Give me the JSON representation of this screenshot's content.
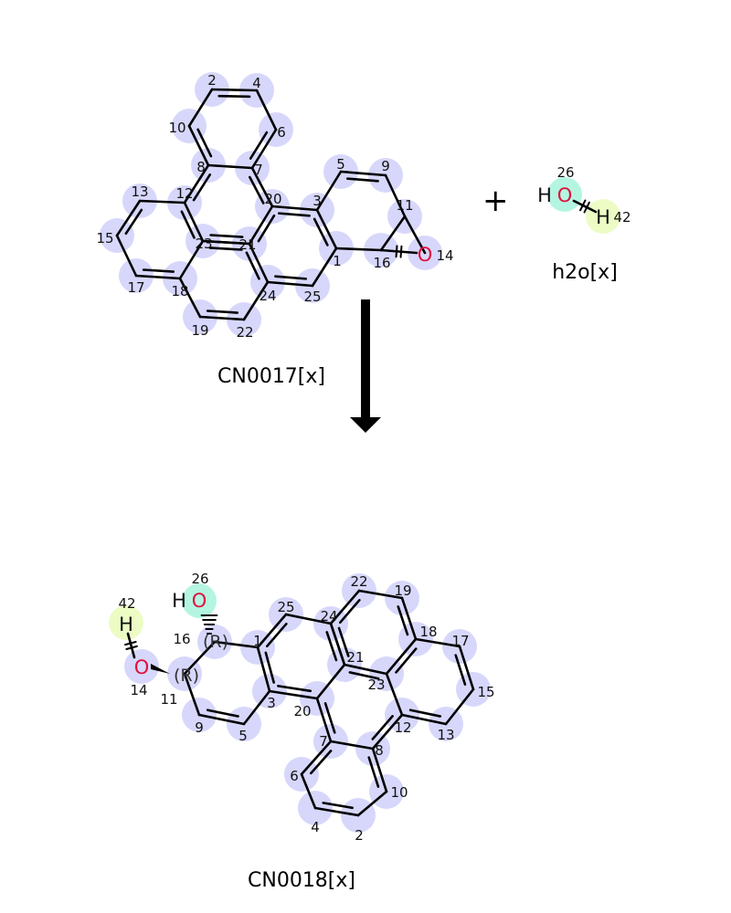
{
  "reactant": {
    "name": "CN0017[x]",
    "atom_numbers": [
      "2",
      "4",
      "6",
      "10",
      "8",
      "7",
      "12",
      "20",
      "3",
      "5",
      "9",
      "11",
      "16",
      "14",
      "1",
      "25",
      "24",
      "21",
      "23",
      "13",
      "15",
      "17",
      "18",
      "19",
      "22"
    ],
    "oxygen_symbol": "O"
  },
  "coreactant": {
    "name": "h2o[x]",
    "symbols": {
      "h1": "H",
      "o": "O",
      "h2": "H"
    },
    "atom_numbers": {
      "o": "26",
      "h": "42"
    }
  },
  "plus_sign": "+",
  "product": {
    "name": "CN0018[x]",
    "atom_numbers": [
      "26",
      "42",
      "14",
      "16",
      "11",
      "1",
      "25",
      "24",
      "22",
      "19",
      "18",
      "17",
      "15",
      "13",
      "12",
      "23",
      "21",
      "20",
      "3",
      "5",
      "9",
      "7",
      "8",
      "10",
      "2",
      "4",
      "6"
    ],
    "symbols": {
      "ho": "H",
      "o26": "O",
      "h42": "H",
      "o14": "O"
    },
    "stereo_labels": [
      "(R)",
      "(R)"
    ]
  },
  "colors": {
    "atom_highlight": "#d7d7fb",
    "oxygen_highlight": "#b4f5e2",
    "hydrogen_highlight": "#ecfcc4",
    "oxygen_text": "#e0103a",
    "bond": "#000000"
  }
}
